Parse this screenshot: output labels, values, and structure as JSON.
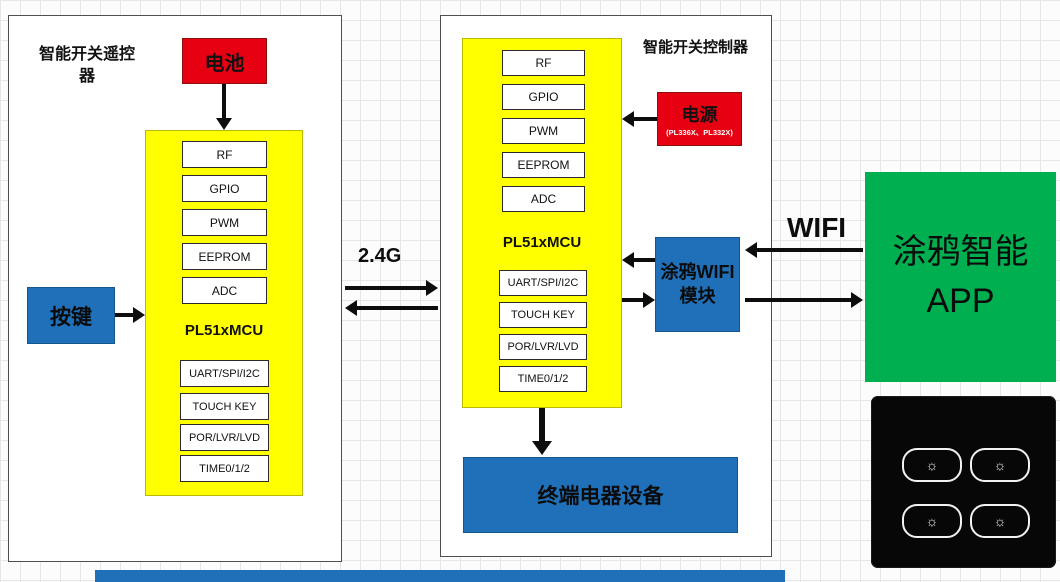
{
  "remote": {
    "title": "智能开关遥控器",
    "battery": "电池",
    "button": "按键"
  },
  "controller": {
    "title": "智能开关控制器",
    "power": "电源",
    "power_models": "(PL336X、PL332X)",
    "wifi_module": "涂鸦WIFI模块",
    "terminal": "终端电器设备"
  },
  "mcu": {
    "name": "PL51xMCU",
    "top_blocks": [
      "RF",
      "GPIO",
      "PWM",
      "EEPROM",
      "ADC"
    ],
    "bottom_blocks": [
      "UART/SPI/I2C",
      "TOUCH KEY",
      "POR/LVR/LVD",
      "TIME0/1/2"
    ]
  },
  "links": {
    "rf": "2.4G",
    "wifi": "WIFI"
  },
  "app": {
    "line1": "涂鸦智能",
    "line2": "APP"
  },
  "switch_panel": {
    "button_icon": "☼"
  },
  "colors": {
    "yellow": "#ffff00",
    "red": "#e60012",
    "blue": "#1f70b8",
    "green": "#00b050"
  }
}
